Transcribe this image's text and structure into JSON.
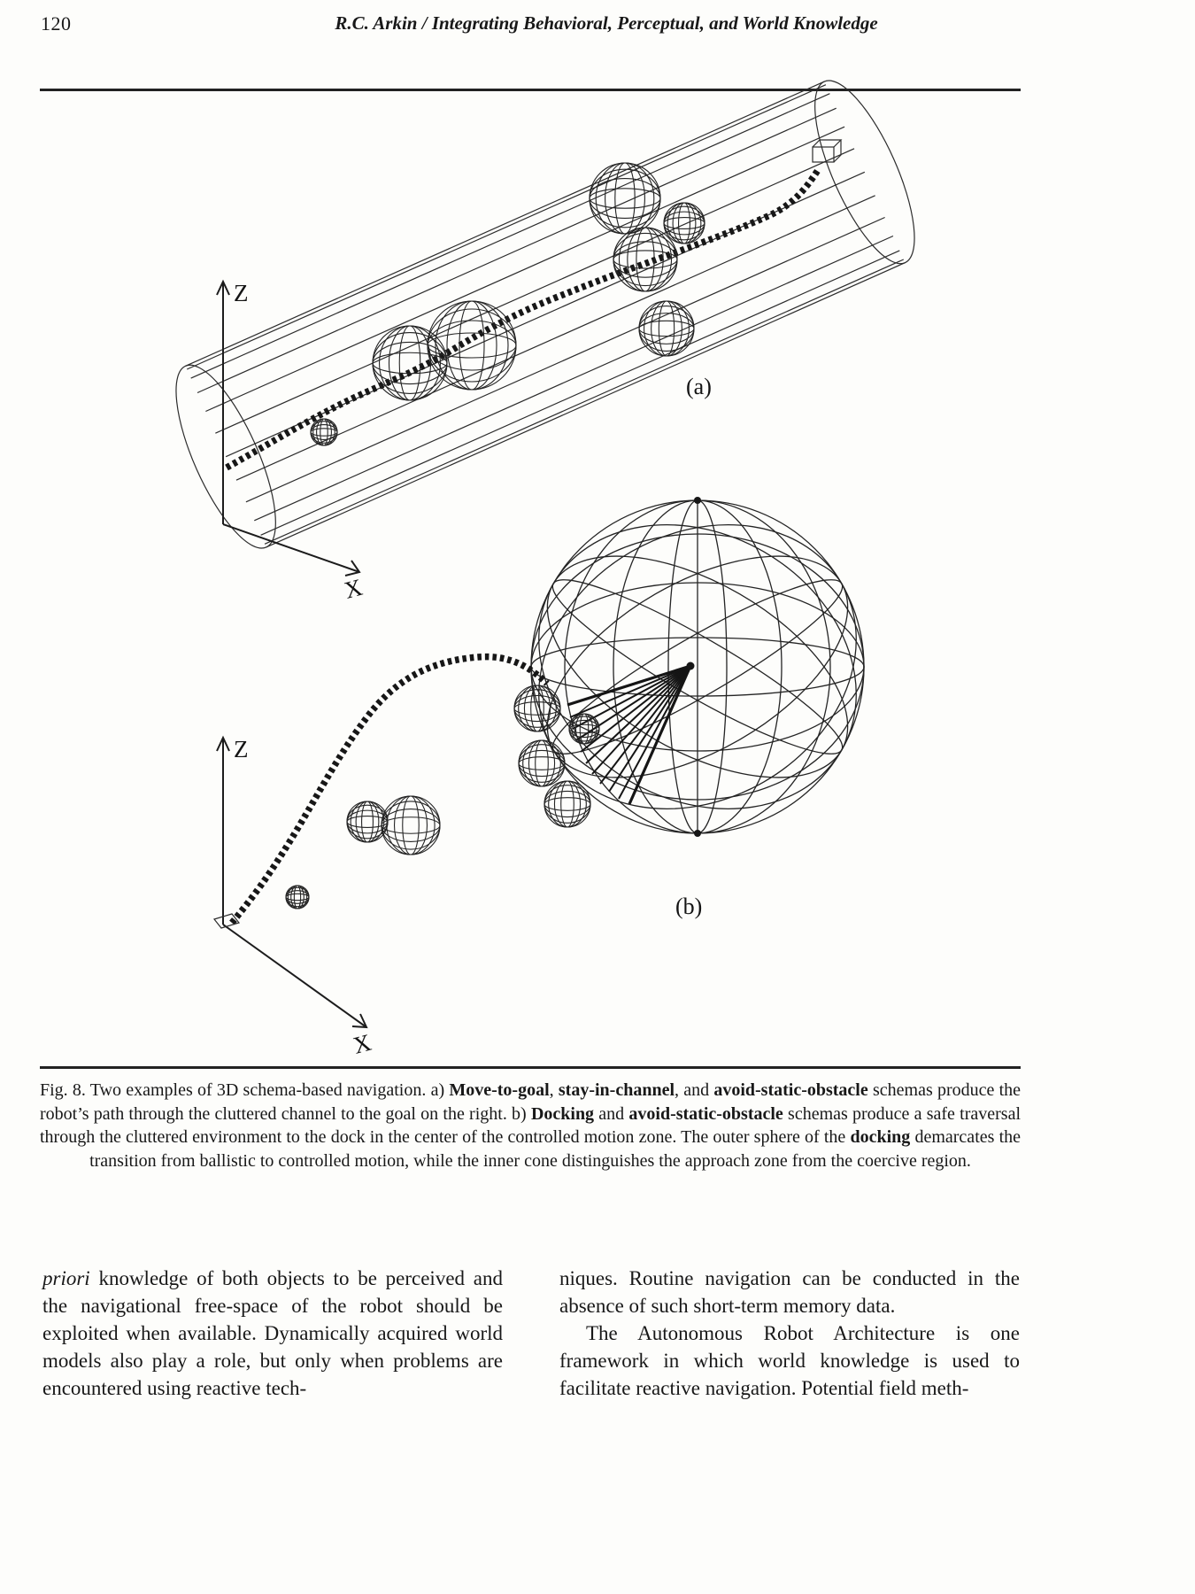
{
  "page": {
    "number": "120",
    "running_head": "R.C. Arkin / Integrating Behavioral, Perceptual, and World Knowledge"
  },
  "figure": {
    "panel_a": {
      "label": "(a)",
      "axis_z": "Z",
      "axis_x": "X"
    },
    "panel_b": {
      "label": "(b)",
      "axis_z": "Z",
      "axis_x": "X"
    }
  },
  "caption": {
    "segments": [
      {
        "t": "Fig. 8. Two examples of 3D schema-based navigation. a) "
      },
      {
        "t": "Move-to-goal"
      },
      {
        "t": ", "
      },
      {
        "t": "stay-in-channel"
      },
      {
        "t": ", and "
      },
      {
        "t": "avoid-static-obstacle"
      },
      {
        "t": " schemas produce the robot’s path through the cluttered channel to the goal on the right. b) "
      },
      {
        "t": "Docking"
      },
      {
        "t": " and "
      },
      {
        "t": "avoid-static-obstacle"
      },
      {
        "t": " schemas produce a safe traversal through the cluttered environment to the dock in the center of the controlled motion zone. The outer sphere of the "
      },
      {
        "t": "docking"
      },
      {
        "t": " demarcates the transition from ballistic to controlled motion, while the inner cone distinguishes the approach zone from the coercive region."
      }
    ]
  },
  "body": {
    "left": {
      "lead_italic": "priori",
      "rest": " knowledge of both objects to be perceived and the navigational free-space of the robot should be exploited when available. Dynamically acquired world models also play a role, but only when problems are encountered using reactive tech-"
    },
    "right": {
      "p1": "niques. Routine navigation can be conducted in the absence of such short-term memory data.",
      "p2": "The Autonomous Robot Architecture is one framework in which world knowledge is used to facilitate reactive navigation. Potential field meth-"
    }
  }
}
